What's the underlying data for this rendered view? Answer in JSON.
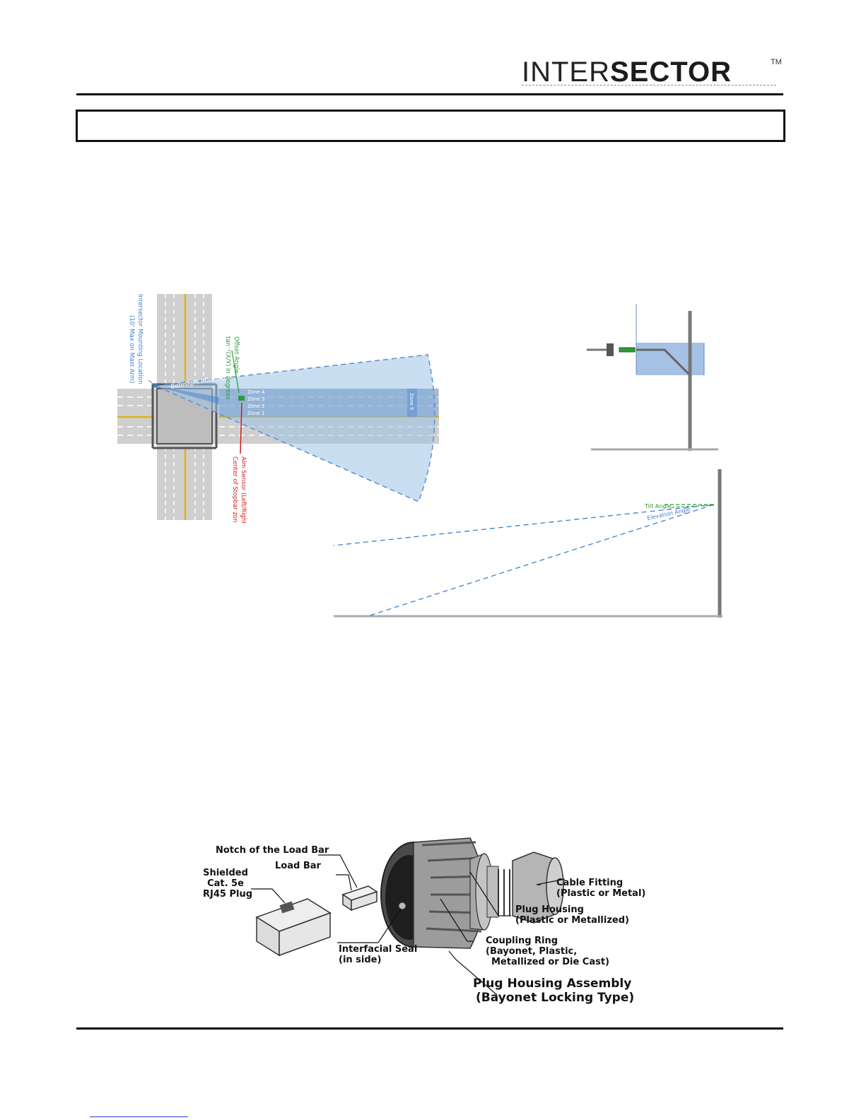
{
  "header": {
    "logo_part1": "INTER",
    "logo_part2": "SECTOR",
    "logo_tm": "TM"
  },
  "section_title": "",
  "intersection_diagram": {
    "mounting_label_line1": "Intersector Mounting Location",
    "mounting_label_line2": "(10' Max on Mast Arm)",
    "offset_label_line1": "Offset Angle:",
    "offset_label_line2": "tan⁻¹(X/Y) in degrees",
    "boresight_label": "Boresight / Gunsight",
    "aim_label_line1": "Aim Sensor (Left/Right) to",
    "aim_label_line2": "Center of Stopbar zones",
    "zones": [
      "Zone 4",
      "Zone 3",
      "Zone 2",
      "Zone 1"
    ],
    "zone5": "Zone 5"
  },
  "elevation_diagram": {
    "tilt_label": "Tilt Angle",
    "elevation_label": "Elevation Angle"
  },
  "connector_figure": {
    "notch_label": "Notch of the Load Bar",
    "load_bar_label": "Load Bar",
    "rj45_line1": "Shielded",
    "rj45_line2": "Cat. 5e",
    "rj45_line3": "RJ45 Plug",
    "cable_fitting_line1": "Cable Fitting",
    "cable_fitting_line2": "(Plastic or Metal)",
    "plug_housing_line1": "Plug Housing",
    "plug_housing_line2": "(Plastic or Metallized)",
    "coupling_line1": "Coupling Ring",
    "coupling_line2": "(Bayonet, Plastic,",
    "coupling_line3": "Metallized or Die Cast)",
    "seal_line1": "Interfacial Seal",
    "seal_line2": "(in side)",
    "assembly_line1": "Plug Housing Assembly",
    "assembly_line2": "(Bayonet Locking Type)"
  },
  "colors": {
    "fov_fill": "#9cc3e6",
    "zone_blue": "#5b8fd0",
    "offset_green": "#2e9a3a",
    "aim_red": "#d11d1d",
    "label_blue": "#3f7fcf",
    "road_gray": "#c8c8c8",
    "lane_yellow": "#e2b21c"
  }
}
